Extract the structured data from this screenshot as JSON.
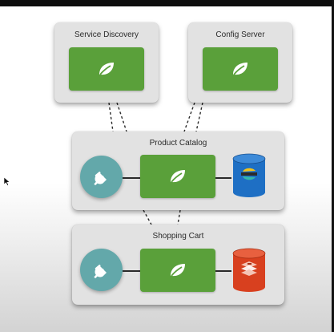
{
  "diagram": {
    "service_discovery": {
      "title": "Service Discovery"
    },
    "config_server": {
      "title": "Config Server"
    },
    "product_catalog": {
      "title": "Product Catalog",
      "database_icon": "elasticsearch-database-icon"
    },
    "shopping_cart": {
      "title": "Shopping Cart",
      "database_icon": "redis-database-icon"
    }
  },
  "colors": {
    "spring_green": "#5aa03a",
    "plug_teal": "#63a8aa",
    "container_gray": "#e2e2e2",
    "elastic_blue": "#1e6fc4",
    "redis_red": "#d8401f"
  },
  "icons": [
    "spring-leaf-icon",
    "plug-icon",
    "elasticsearch-database-icon",
    "redis-database-icon",
    "mouse-cursor-icon"
  ]
}
